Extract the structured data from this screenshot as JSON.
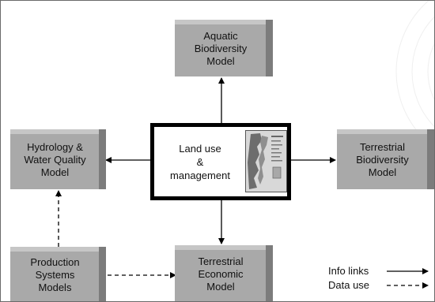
{
  "nodes": {
    "aquatic": {
      "lines": [
        "Aquatic",
        "Biodiversity",
        "Model"
      ]
    },
    "hydrology": {
      "lines": [
        "Hydrology &",
        "Water Quality",
        "Model"
      ]
    },
    "land_use": {
      "lines": [
        "Land use",
        "&",
        "management"
      ]
    },
    "terrestrial_bio": {
      "lines": [
        "Terrestrial",
        "Biodiversity",
        "Model"
      ]
    },
    "production": {
      "lines": [
        "Production",
        "Systems",
        "Models"
      ]
    },
    "terrestrial_econ": {
      "lines": [
        "Terrestrial",
        "Economic",
        "Model"
      ]
    }
  },
  "legend": {
    "info_links": "Info links",
    "data_use": "Data use"
  },
  "colors": {
    "box_face": "#a9a9a9",
    "box_side": "#7c7c7c",
    "box_top": "#c6c6c6",
    "arrow": "#000000"
  }
}
